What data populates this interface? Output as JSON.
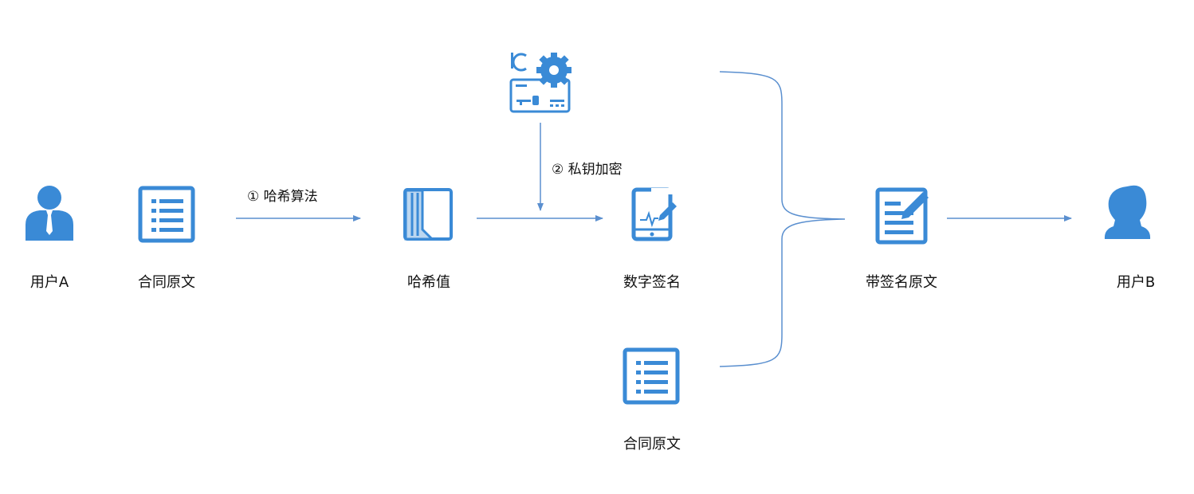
{
  "colors": {
    "icon": "#3a8ad6",
    "icon_light": "#bcd7f0",
    "line": "#5a8fcf",
    "text": "#111111"
  },
  "nodes": {
    "user_a": {
      "label": "用户A",
      "icon": "user-icon"
    },
    "contract_1": {
      "label": "合同原文",
      "icon": "document-list-icon"
    },
    "hash_value": {
      "label": "哈希值",
      "icon": "hash-file-icon"
    },
    "private_key": {
      "icon": "ic-card-key-icon"
    },
    "digital_signature": {
      "label": "数字签名",
      "icon": "tablet-signature-icon"
    },
    "contract_2": {
      "label": "合同原文",
      "icon": "document-list-icon"
    },
    "signed_contract": {
      "label": "带签名原文",
      "icon": "document-pen-icon"
    },
    "user_b": {
      "label": "用户B",
      "icon": "user-icon"
    }
  },
  "steps": {
    "step1": {
      "label": "①  哈希算法"
    },
    "step2": {
      "label": "②  私钥加密"
    }
  }
}
